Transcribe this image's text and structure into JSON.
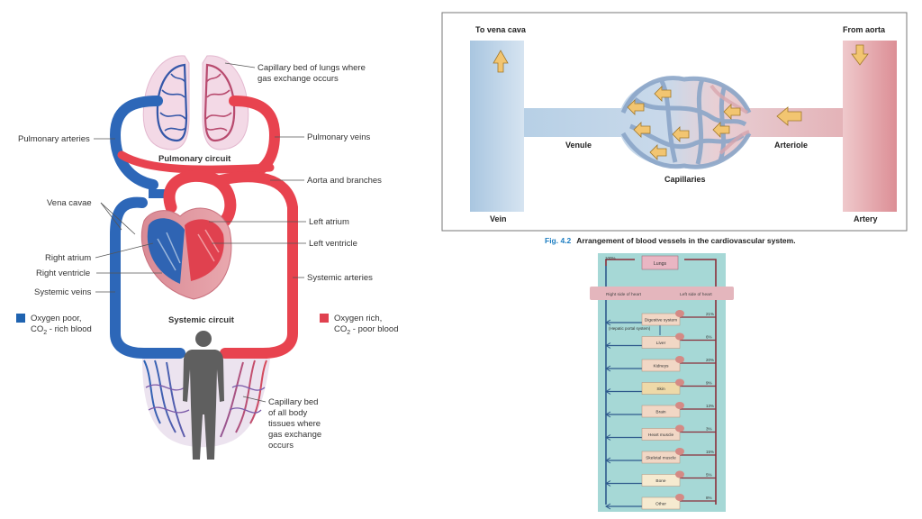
{
  "left_diagram": {
    "labels": {
      "lungs_capillary": [
        "Capillary bed of lungs where",
        "gas exchange occurs"
      ],
      "pulmonary_arteries": "Pulmonary arteries",
      "pulmonary_veins": "Pulmonary veins",
      "pulmonary_circuit": "Pulmonary circuit",
      "aorta": "Aorta and branches",
      "vena_cavae": "Vena cavae",
      "left_atrium": "Left atrium",
      "left_ventricle": "Left ventricle",
      "right_atrium": "Right atrium",
      "right_ventricle": "Right ventricle",
      "systemic_arteries": "Systemic arteries",
      "systemic_veins": "Systemic veins",
      "systemic_circuit": "Systemic circuit",
      "body_capillary": [
        "Capillary bed",
        "of all body",
        "tissues where",
        "gas exchange",
        "occurs"
      ]
    },
    "legend": {
      "poor_line1": "Oxygen poor,",
      "poor_co2": "CO",
      "poor_sub": "2",
      "poor_rest": " - rich blood",
      "rich_line1": "Oxygen rich,",
      "rich_co2": "CO",
      "rich_sub": "2",
      "rich_rest": " - poor blood",
      "poor_color": "#1f63b0",
      "rich_color": "#e0414f"
    }
  },
  "vessel_figure": {
    "to_vena_cava": "To vena cava",
    "from_aorta": "From aorta",
    "venule": "Venule",
    "arteriole": "Arteriole",
    "capillaries": "Capillaries",
    "vein": "Vein",
    "artery": "Artery",
    "fig_number": "Fig. 4.2",
    "caption": "Arrangement of blood vessels in the cardiovascular system."
  },
  "distribution": {
    "top_percent": "100%",
    "lungs": "Lungs",
    "right_heart": "Right side of heart",
    "left_heart": "Left side of heart",
    "portal": "(Hepatic portal system)",
    "organs": [
      {
        "name": "Digestive system",
        "percent": "21%"
      },
      {
        "name": "Liver",
        "percent": "6%"
      },
      {
        "name": "Kidneys",
        "percent": "20%"
      },
      {
        "name": "Skin",
        "percent": "9%"
      },
      {
        "name": "Brain",
        "percent": "13%"
      },
      {
        "name": "Heart muscle",
        "percent": "3%"
      },
      {
        "name": "Skeletal muscle",
        "percent": "15%"
      },
      {
        "name": "Bone",
        "percent": "5%"
      },
      {
        "name": "Other",
        "percent": "8%"
      }
    ]
  }
}
